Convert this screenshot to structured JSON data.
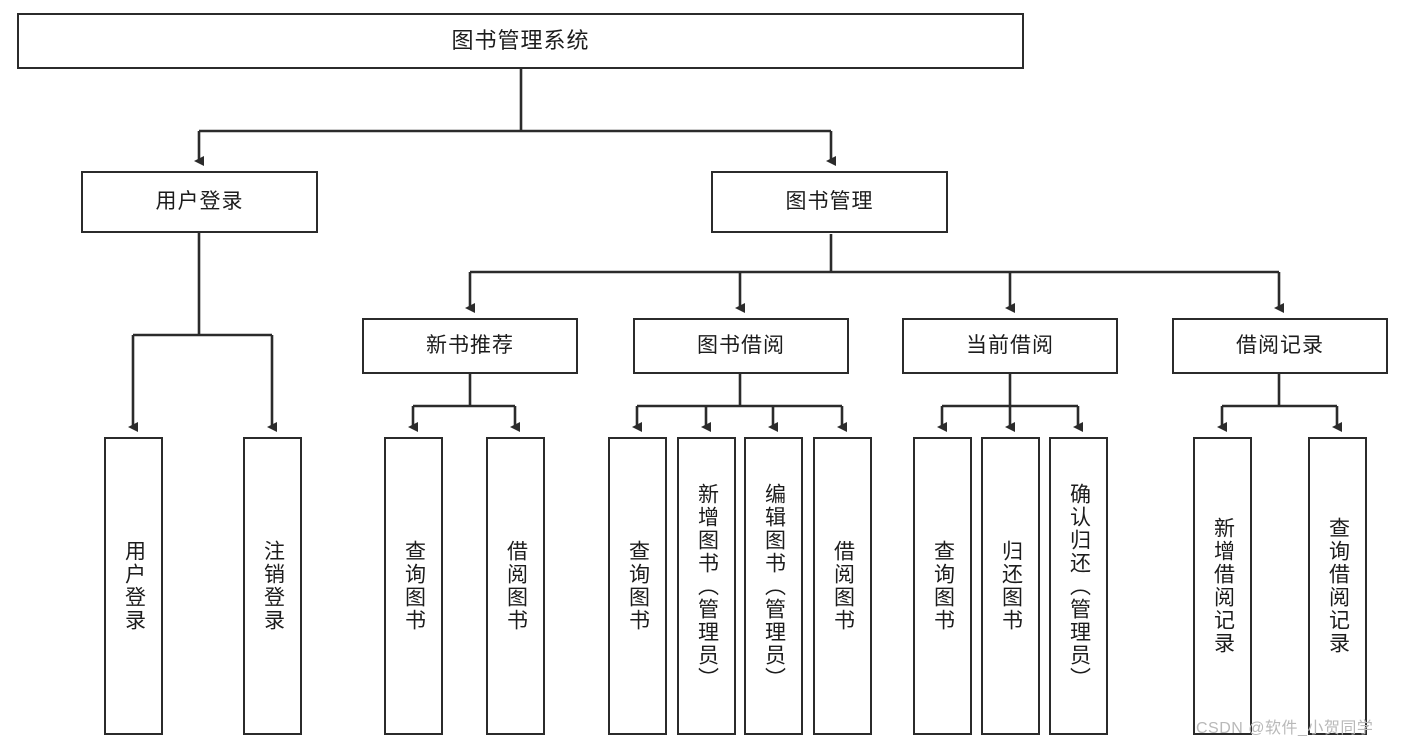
{
  "diagram": {
    "title": "图书管理系统",
    "type": "hierarchy-tree",
    "watermark": "CSDN @软件_小贺同学",
    "colors": {
      "stroke": "#2b2b2b",
      "fill": "#ffffff",
      "text": "#1c1c1c",
      "watermark": "#b9b9b9"
    },
    "nodes": {
      "root": {
        "label": "图书管理系统"
      },
      "level1": [
        {
          "id": "user-login",
          "label": "用户登录"
        },
        {
          "id": "book-manage",
          "label": "图书管理"
        }
      ],
      "level2": [
        {
          "id": "new-book-recommend",
          "label": "新书推荐"
        },
        {
          "id": "book-borrow",
          "label": "图书借阅"
        },
        {
          "id": "current-borrow",
          "label": "当前借阅"
        },
        {
          "id": "borrow-record",
          "label": "借阅记录"
        }
      ],
      "leaves": {
        "user-login": [
          {
            "id": "leaf-user-login",
            "label": "用户登录"
          },
          {
            "id": "leaf-logout",
            "label": "注销登录"
          }
        ],
        "new-book-recommend": [
          {
            "id": "leaf-query-book-1",
            "label": "查询图书"
          },
          {
            "id": "leaf-borrow-book-1",
            "label": "借阅图书"
          }
        ],
        "book-borrow": [
          {
            "id": "leaf-query-book-2",
            "label": "查询图书"
          },
          {
            "id": "leaf-add-book",
            "label": "新增图书（管理员）"
          },
          {
            "id": "leaf-edit-book",
            "label": "编辑图书（管理员）"
          },
          {
            "id": "leaf-borrow-book-2",
            "label": "借阅图书"
          }
        ],
        "current-borrow": [
          {
            "id": "leaf-query-book-3",
            "label": "查询图书"
          },
          {
            "id": "leaf-return-book",
            "label": "归还图书"
          },
          {
            "id": "leaf-confirm-return",
            "label": "确认归还（管理员）"
          }
        ],
        "borrow-record": [
          {
            "id": "leaf-add-record",
            "label": "新增借阅记录"
          },
          {
            "id": "leaf-query-record",
            "label": "查询借阅记录"
          }
        ]
      }
    }
  }
}
